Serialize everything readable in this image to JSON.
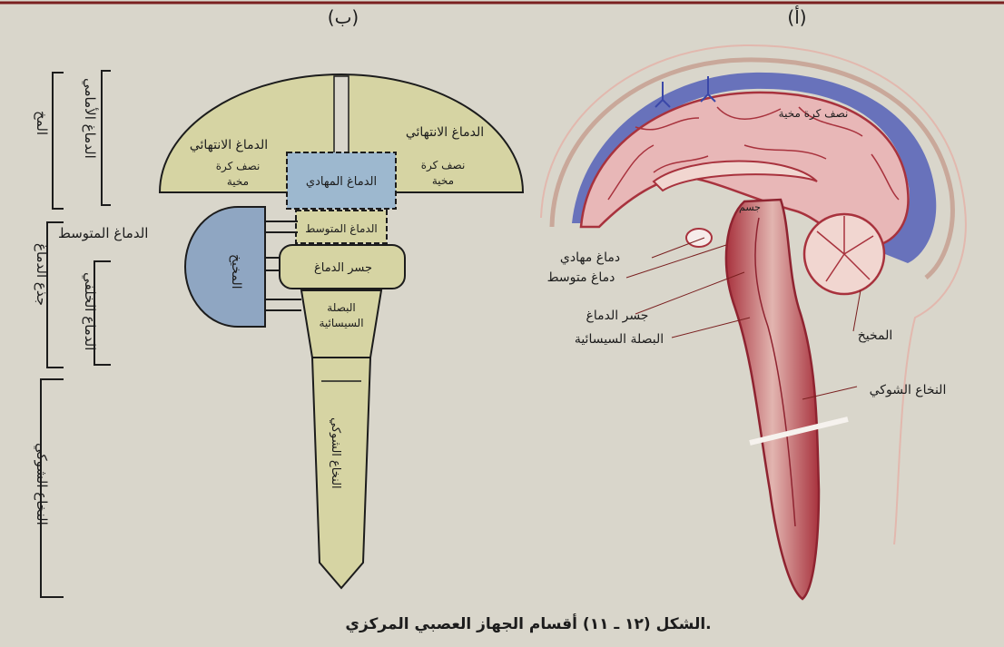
{
  "panels": {
    "a": "(أ)",
    "b": "(ب)"
  },
  "schematic": {
    "left_bracket": {
      "brain": "المخ",
      "brainstem": "جذع الدماغ",
      "spinal_cord": "النخاع الشوكي"
    },
    "right_bracket": {
      "forebrain": "الدماغ الأمامي",
      "midbrain": "الدماغ المتوسط",
      "hindbrain": "الدماغ الخلفي"
    },
    "regions": {
      "telencephalon_left": "الدماغ الانتهائي",
      "telencephalon_right": "الدماغ الانتهائي",
      "hemisphere_left": [
        "نصف كرة",
        "مخية"
      ],
      "hemisphere_right": [
        "نصف كرة",
        "مخية"
      ],
      "diencephalon": "الدماغ المهادي",
      "midbrain": "الدماغ المتوسط",
      "cerebellum": "المخيخ",
      "pons": "جسر الدماغ",
      "medulla": [
        "البصلة",
        "السيسائية"
      ],
      "spinal_cord": "النخاع الشوكي"
    }
  },
  "anatomy": {
    "cerebral_hemisphere": "نصف كرة مخية",
    "corpus": "جسم",
    "diencephalon": "دماغ مهادي",
    "midbrain": "دماغ متوسط",
    "pons": "جسر الدماغ",
    "medulla": "البصلة السيسائية",
    "cerebellum": "المخيخ",
    "spinal_cord": "النخاع الشوكي"
  },
  "caption": "الشكل (١٢ ـ ١١) أقسام الجهاز العصبي المركزي.",
  "colors": {
    "background": "#d9d6cb",
    "cerebrum_fill": "#d6d4a3",
    "ventricle_fill": "#9db8cf",
    "cerebellum_fill": "#8fa6c2",
    "brain_tissue": "#e8b7b7",
    "brain_tissue_dark": "#a8323d",
    "sinus_blue": "#5460b8"
  }
}
